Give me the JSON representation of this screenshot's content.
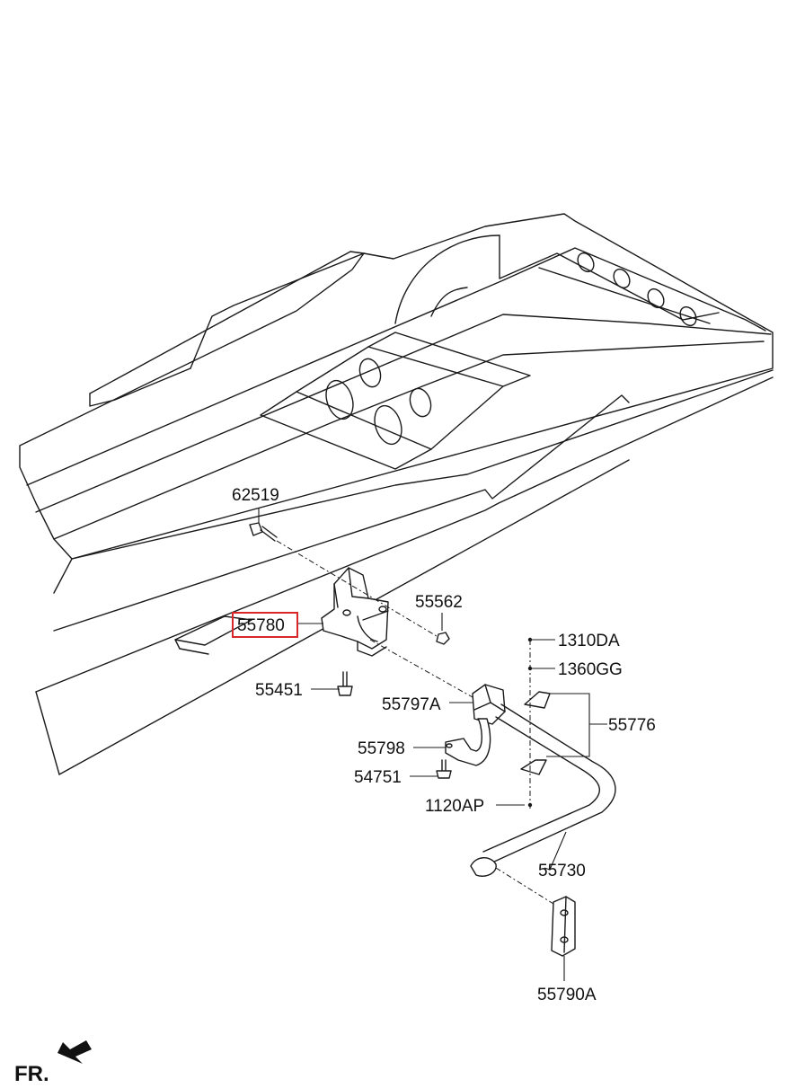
{
  "diagram": {
    "highlight_color": "#d9262b",
    "line_color": "#1a1a1a",
    "parts": [
      {
        "id": "p62519",
        "label": "62519"
      },
      {
        "id": "p55562",
        "label": "55562"
      },
      {
        "id": "p55780",
        "label": "55780",
        "highlighted": true
      },
      {
        "id": "p1310DA",
        "label": "1310DA"
      },
      {
        "id": "p1360GG",
        "label": "1360GG"
      },
      {
        "id": "p55451",
        "label": "55451"
      },
      {
        "id": "p55797A",
        "label": "55797A"
      },
      {
        "id": "p55776",
        "label": "55776"
      },
      {
        "id": "p55798",
        "label": "55798"
      },
      {
        "id": "p54751",
        "label": "54751"
      },
      {
        "id": "p1120AP",
        "label": "1120AP"
      },
      {
        "id": "p55730",
        "label": "55730"
      },
      {
        "id": "p55790A",
        "label": "55790A"
      }
    ],
    "orientation": {
      "label": "FR.",
      "icon": "front-arrow-icon"
    }
  }
}
